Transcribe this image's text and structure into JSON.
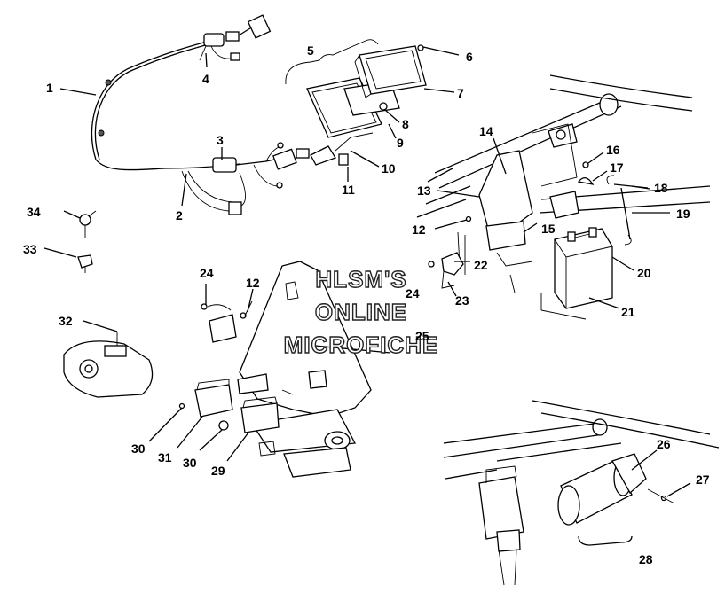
{
  "watermark": {
    "line1": "HLSM'S",
    "line2": "ONLINE",
    "line3": "MICROFICHE"
  },
  "callouts": {
    "c1": "1",
    "c2": "2",
    "c3": "3",
    "c4": "4",
    "c5": "5",
    "c6": "6",
    "c7": "7",
    "c8": "8",
    "c9": "9",
    "c10": "10",
    "c11": "11",
    "c12a": "12",
    "c12b": "12",
    "c13": "13",
    "c14": "14",
    "c15": "15",
    "c16": "16",
    "c17": "17",
    "c18": "18",
    "c19": "19",
    "c20": "20",
    "c21": "21",
    "c22": "22",
    "c23": "23",
    "c24a": "24",
    "c24b": "24",
    "c25": "25",
    "c26": "26",
    "c27": "27",
    "c28": "28",
    "c29": "29",
    "c30a": "30",
    "c30b": "30",
    "c31": "31",
    "c32": "32",
    "c33": "33",
    "c34": "34"
  }
}
